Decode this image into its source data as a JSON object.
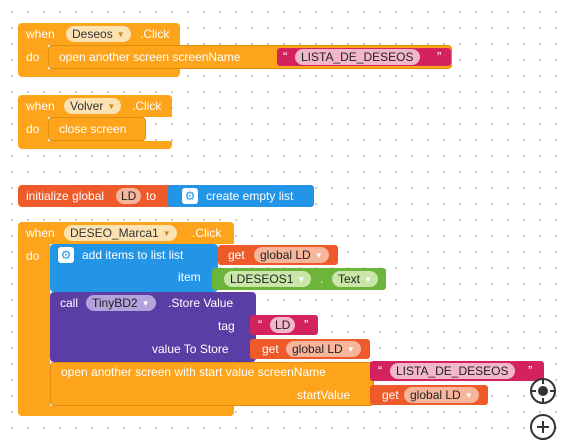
{
  "blocks": {
    "event1": {
      "when": "when",
      "component": "Deseos",
      "event": ".Click",
      "do": "do",
      "action": "open another screen  screenName",
      "screen_name": "LISTA_DE_DESEOS"
    },
    "event2": {
      "when": "when",
      "component": "Volver",
      "event": ".Click",
      "do": "do",
      "action": "close screen"
    },
    "global": {
      "init": "initialize global",
      "name": "LD",
      "to": "to",
      "value": "create empty list"
    },
    "event3": {
      "when": "when",
      "component": "DESEO_Marca1",
      "event": ".Click",
      "do": "do",
      "add_items": "add items to list   list",
      "get": "get",
      "get_var": "global LD",
      "item": "item",
      "item_component": "LDESEOS1",
      "dot": ".",
      "item_prop": "Text",
      "call": "call",
      "call_component": "TinyBD2",
      "call_method": ".Store Value",
      "tag": "tag",
      "tag_value": "LD",
      "value_to_store": "value To Store",
      "get2": "get",
      "get2_var": "global LD",
      "open_start": "open another screen with start value  screenName",
      "screen_name": "LISTA_DE_DESEOS",
      "start_value": "startValue",
      "get3": "get",
      "get3_var": "global LD"
    }
  },
  "colors": {
    "event": "#fda41b",
    "list": "#2295e6",
    "variable": "#ee5a2a",
    "text": "#d3225e",
    "component": "#5b3ea5",
    "property": "#6db43b"
  },
  "icons": {
    "gear": "gear-icon",
    "dropdown": "dropdown-arrow-icon",
    "target": "center-target-icon",
    "zoom": "zoom-in-icon"
  }
}
